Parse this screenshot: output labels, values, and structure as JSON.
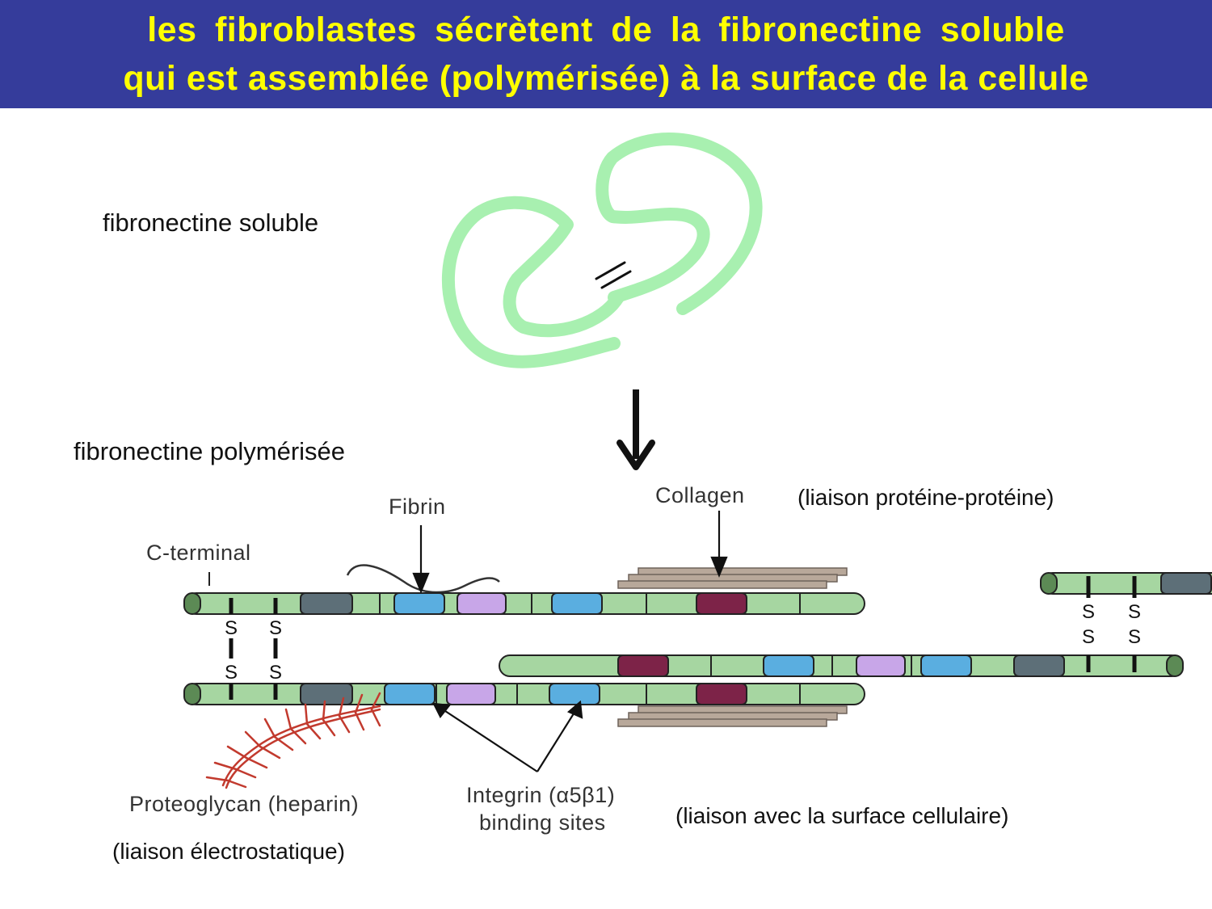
{
  "header": {
    "title_line1": "les  fibroblastes  sécrètent  de  la  fibronectine  soluble",
    "title_line2": "qui est assemblée (polymérisée) à la surface de la cellule",
    "bg_color": "#353c9b",
    "text_color": "#ffff00"
  },
  "labels": {
    "soluble": "fibronectine soluble",
    "polymerized": "fibronectine polymérisée",
    "collagen_note": "(liaison protéine-protéine)",
    "surface_note": "(liaison avec la surface cellulaire)",
    "electro_note": "(liaison électrostatique)"
  },
  "figure": {
    "fibrin": "Fibrin",
    "collagen": "Collagen",
    "c_terminal": "C-terminal",
    "proteoglycan": "Proteoglycan (heparin)",
    "integrin_line1": "Integrin (α5β1)",
    "integrin_line2": "binding sites",
    "disulfide": "S",
    "colors": {
      "strand": "#a6d6a1",
      "dark_gray": "#5d6f78",
      "blue": "#5aaee0",
      "lilac": "#c8a6e8",
      "maroon": "#7d2348",
      "collagen": "#b8a89a",
      "proteoglycan": "#c23a2e",
      "soluble": "#a8f0b0"
    }
  }
}
